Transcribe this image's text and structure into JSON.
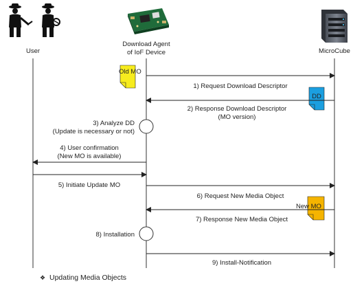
{
  "actors": {
    "user": {
      "label": "User",
      "icon": "farmer-icon"
    },
    "agent": {
      "label_line1": "Download Agent",
      "label_line2": "of IoF Device",
      "icon": "circuit-board-icon"
    },
    "server": {
      "label": "MicroCube",
      "icon": "server-icon"
    }
  },
  "notes": {
    "old_mo": {
      "label": "Old MO",
      "color": "#f7ec1e"
    },
    "dd": {
      "label": "DD",
      "color": "#1b9fe0"
    },
    "new_mo": {
      "label": "New MO",
      "color": "#f5b400"
    }
  },
  "steps": {
    "s1": "1) Request Download Descriptor",
    "s2_line1": "2) Response Download Descriptor",
    "s2_line2": "(MO version)",
    "s3_line1": "3) Analyze DD",
    "s3_line2": "(Update is necessary or not)",
    "s4_line1": "4) User confirmation",
    "s4_line2": "(New MO is available)",
    "s5": "5) Initiate Update MO",
    "s6": "6) Request New Media Object",
    "s7": "7) Response New Media Object",
    "s8": "8) Installation",
    "s9": "9) Install-Notification"
  },
  "caption": {
    "bullet": "❖",
    "text": "Updating Media Objects"
  }
}
